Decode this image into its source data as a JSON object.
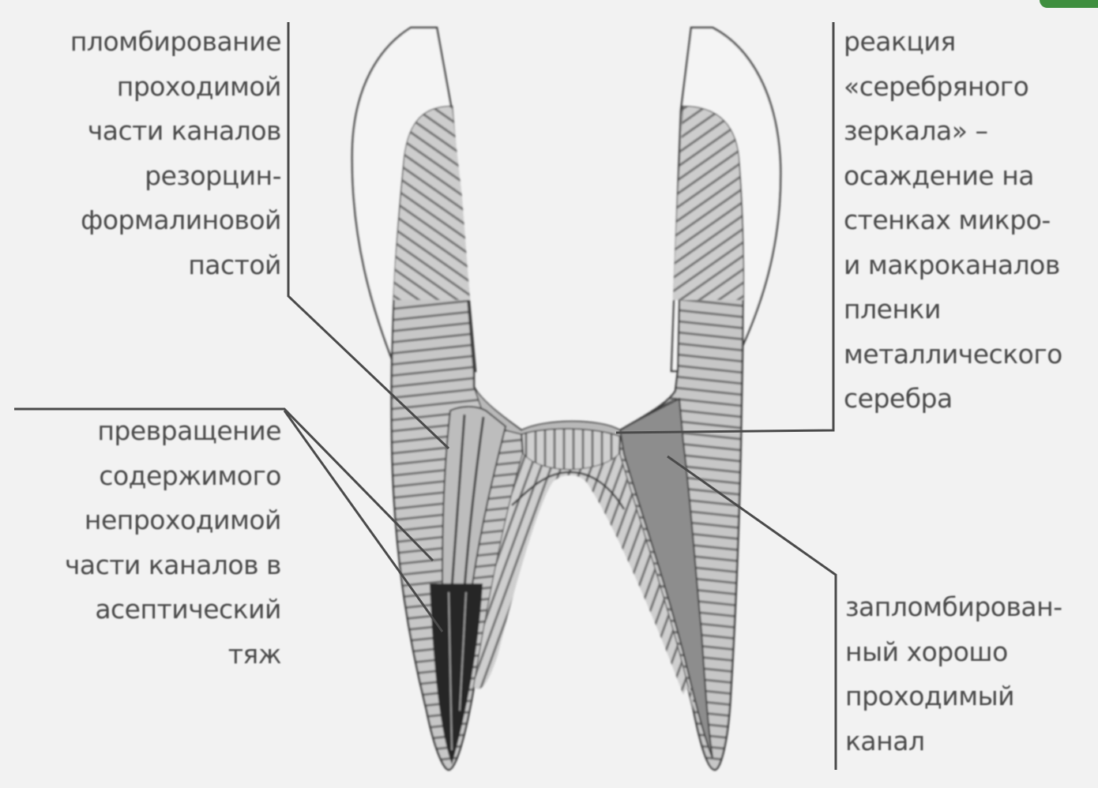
{
  "labels": {
    "top_left": [
      "пломбирование",
      "проходимой",
      "части каналов",
      "резорцин-",
      "формалиновой",
      "пастой"
    ],
    "bottom_left": [
      "превращение",
      "содержимого",
      "непроходимой",
      "части каналов в",
      "асептический",
      "тяж"
    ],
    "top_right": [
      "реакция",
      "«серебряного",
      "зеркала» –",
      "осаждение на",
      "стенках микро-",
      "и макроканалов",
      "пленки",
      "металлического",
      "серебра"
    ],
    "bottom_right": [
      "запломбирован-",
      "ный хорошо",
      "проходимый",
      "канал"
    ]
  },
  "colors": {
    "background": "#f2f2f2",
    "outline": "#3a3a3a",
    "hatch": "#6e6e6e",
    "light_fill": "#b9b9b9",
    "medium_fill": "#8d8d8d",
    "dark_fill": "#262626",
    "corner_accent": "#3f8f3f"
  }
}
